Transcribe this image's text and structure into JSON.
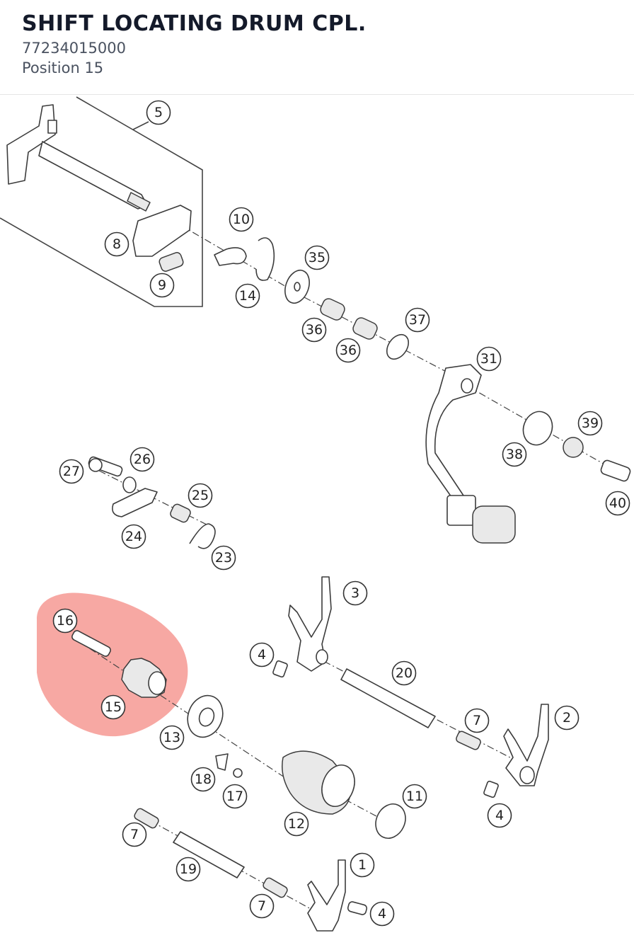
{
  "header": {
    "title": "SHIFT LOCATING DRUM CPL.",
    "part_number": "77234015000",
    "position": "Position 15"
  },
  "diagram": {
    "highlight_color": "#f48b84",
    "highlighted_position": "15",
    "callouts": [
      "5",
      "10",
      "8",
      "9",
      "14",
      "35",
      "36",
      "36",
      "37",
      "31",
      "39",
      "38",
      "40",
      "27",
      "26",
      "25",
      "24",
      "23",
      "3",
      "16",
      "4",
      "20",
      "15",
      "7",
      "2",
      "13",
      "18",
      "17",
      "11",
      "12",
      "4",
      "7",
      "19",
      "1",
      "7",
      "4"
    ]
  }
}
